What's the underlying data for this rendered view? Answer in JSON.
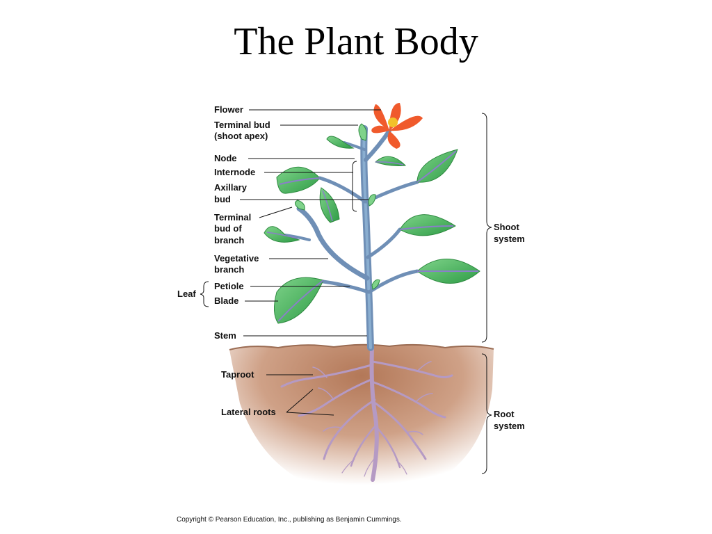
{
  "title": "The Plant Body",
  "labels": {
    "flower": "Flower",
    "terminal_bud_1": "Terminal bud",
    "terminal_bud_2": "(shoot apex)",
    "node": "Node",
    "internode": "Internode",
    "axillary_bud_1": "Axillary",
    "axillary_bud_2": "bud",
    "terminal_bud_branch_1": "Terminal",
    "terminal_bud_branch_2": "bud of",
    "terminal_bud_branch_3": "branch",
    "vegetative_branch_1": "Vegetative",
    "vegetative_branch_2": "branch",
    "leaf": "Leaf",
    "petiole": "Petiole",
    "blade": "Blade",
    "stem": "Stem",
    "taproot": "Taproot",
    "lateral_roots": "Lateral roots",
    "shoot_system_1": "Shoot",
    "shoot_system_2": "system",
    "root_system_1": "Root",
    "root_system_2": "system"
  },
  "copyright": "Copyright © Pearson Education, Inc., publishing as Benjamin Cummings.",
  "colors": {
    "leaf": "#3cae52",
    "leaf_vein": "#8a7fc9",
    "stem": "#6f8fb6",
    "petal": "#f05a2c",
    "soil": "#c7957a",
    "root": "#b59ac4"
  }
}
